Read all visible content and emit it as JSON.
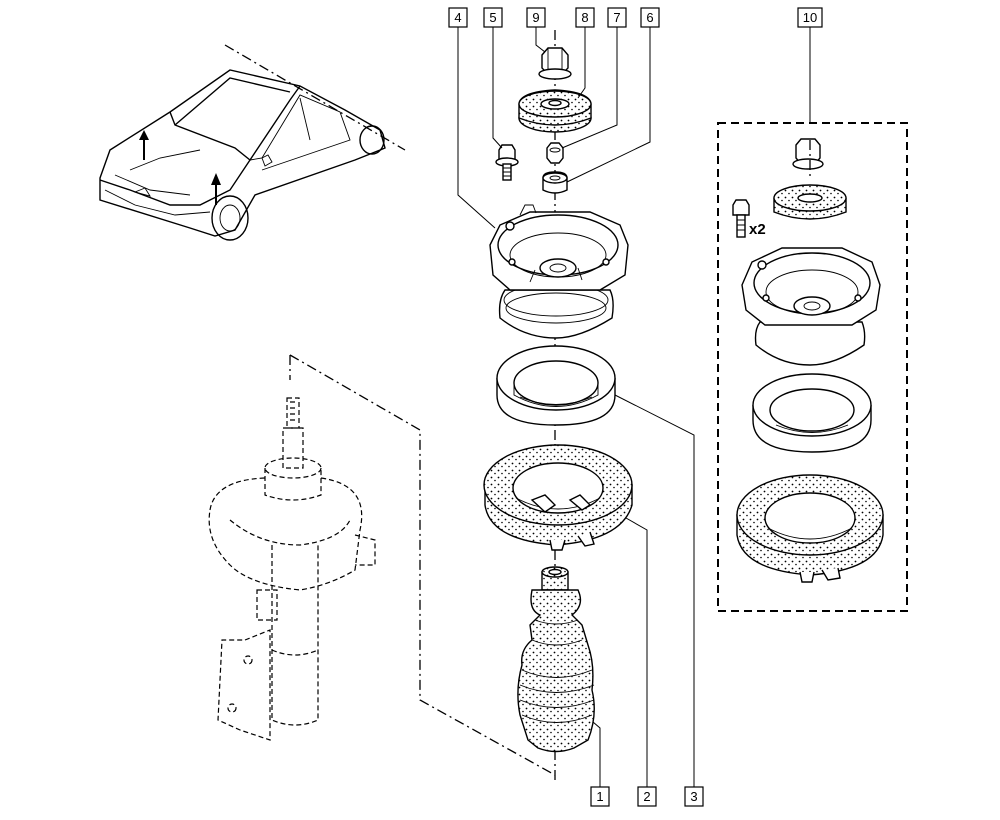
{
  "callouts": {
    "c1": "1",
    "c2": "2",
    "c3": "3",
    "c4": "4",
    "c5": "5",
    "c6": "6",
    "c7": "7",
    "c8": "8",
    "c9": "9",
    "c10": "10"
  },
  "kit": {
    "quantity": "x2"
  }
}
